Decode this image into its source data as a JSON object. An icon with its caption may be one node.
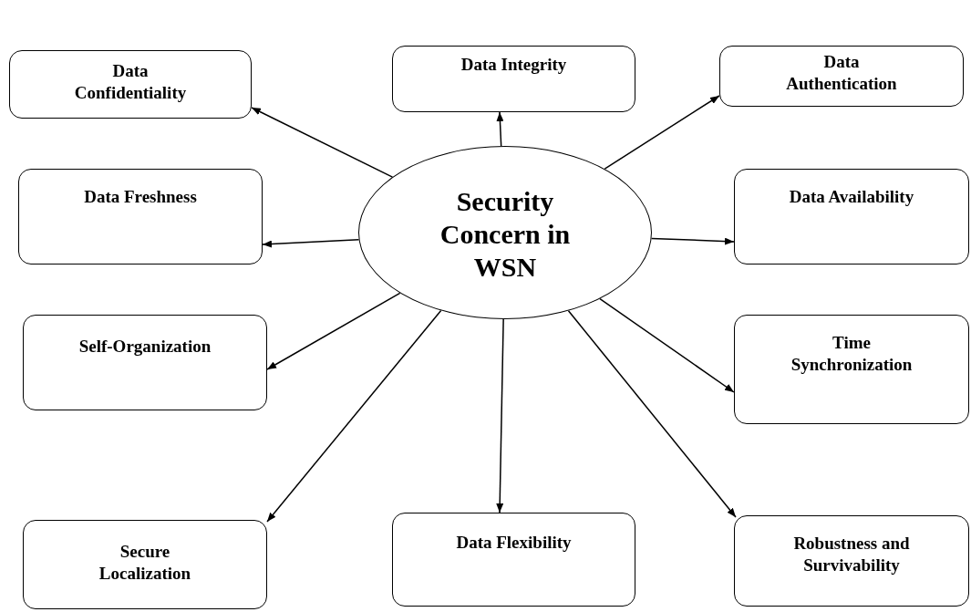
{
  "diagram": {
    "nodes": [
      {
        "text": [
          "Security Concern in WSN"
        ]
      },
      {
        "text": [
          "Data Confidentiality"
        ]
      },
      {
        "text": [
          "Data Integrity"
        ]
      },
      {
        "text": [
          "Data Authentication"
        ]
      },
      {
        "text": [
          "Data Freshness"
        ]
      },
      {
        "text": [
          "Data Availability"
        ]
      },
      {
        "text": [
          "Self-Organization"
        ]
      },
      {
        "text": [
          "Time Synchronization"
        ]
      },
      {
        "text": [
          "Secure Localization"
        ]
      },
      {
        "text": [
          "Data Flexibility"
        ]
      },
      {
        "text": [
          "Robustness and Survivability"
        ]
      }
    ],
    "edges": [
      {
        "from": 0,
        "to": 1,
        "arrow": "to"
      },
      {
        "from": 0,
        "to": 2,
        "arrow": "to"
      },
      {
        "from": 0,
        "to": 3,
        "arrow": "to"
      },
      {
        "from": 0,
        "to": 4,
        "arrow": "to"
      },
      {
        "from": 0,
        "to": 5,
        "arrow": "to"
      },
      {
        "from": 0,
        "to": 6,
        "arrow": "to"
      },
      {
        "from": 0,
        "to": 7,
        "arrow": "to"
      },
      {
        "from": 0,
        "to": 8,
        "arrow": "to"
      },
      {
        "from": 0,
        "to": 9,
        "arrow": "to"
      },
      {
        "from": 0,
        "to": 10,
        "arrow": "to"
      }
    ]
  }
}
